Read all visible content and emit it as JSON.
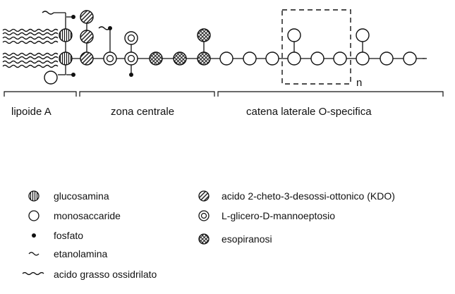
{
  "sections": {
    "lipid": "lipoide A",
    "core": "zona centrale",
    "chain": "catena laterale O-specifica"
  },
  "repeat_label": "n",
  "legend": {
    "glucosamine": "glucosamina",
    "monosaccharide": "monosaccaride",
    "phosphate": "fosfato",
    "ethanolamine": "etanolamina",
    "fatty_acid": "acido grasso ossidrilato",
    "kdo": "acido 2-cheto-3-desossi-ottonico (KDO)",
    "heptose": "L-glicero-D-mannoeptosio",
    "hexose": "esopiranosi"
  }
}
